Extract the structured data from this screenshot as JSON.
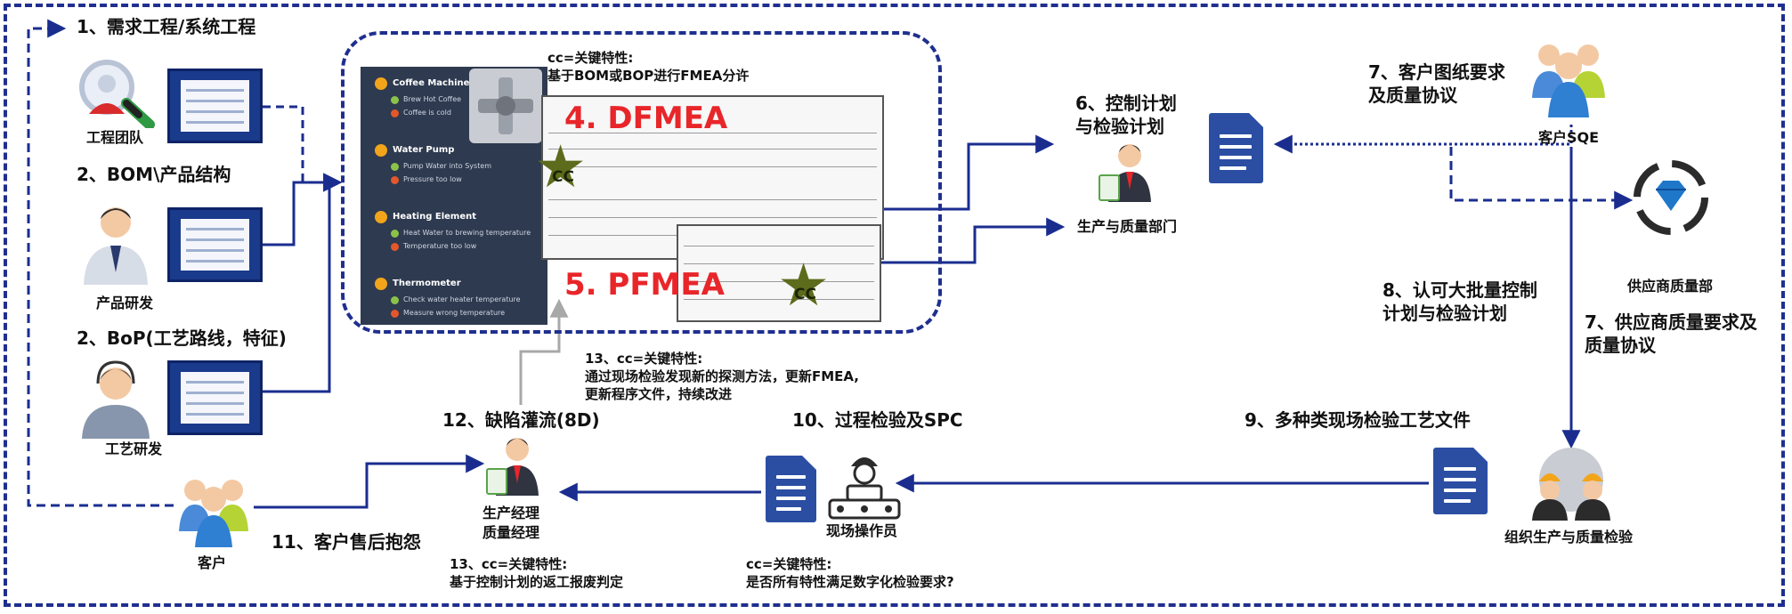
{
  "steps": {
    "s1": "1、需求工程/系统工程",
    "s2a": "2、BOM\\产品结构",
    "s2b": "2、BoP(工艺路线，特征)",
    "s6": "6、控制计划\n与检验计划",
    "s7a": "7、客户图纸要求\n及质量协议",
    "s7b": "7、供应商质量要求及\n质量协议",
    "s8": "8、认可大批量控制\n计划与检验计划",
    "s9": "9、多种类现场检验工艺文件",
    "s10": "10、过程检验及SPC",
    "s11": "11、客户售后抱怨",
    "s12": "12、缺陷灌流(8D)"
  },
  "captions": {
    "engineering_team": "工程团队",
    "product_dev": "产品研发",
    "process_dev": "工艺研发",
    "customer": "客户",
    "prod_quality_dept": "生产与质量部门",
    "customer_sqe": "客户SQE",
    "supplier_quality": "供应商质量部",
    "org_prod_inspect": "组织生产与质量检验",
    "operator": "现场操作员",
    "prod_manager": "生产经理\n质量经理"
  },
  "notes": {
    "cc_top": "cc=关键特性:\n基于BOM或BOP进行FMEA分许",
    "cc_13a": "13、cc=关键特性:\n通过现场检验发现新的探测方法，更新FMEA,\n更新程序文件，持续改进",
    "cc_13b": "13、cc=关键特性:\n基于控制计划的返工报废判定",
    "cc_10": "cc=关键特性:\n是否所有特性满足数字化检验要求?"
  },
  "fmea": {
    "dfmea": "4. DFMEA",
    "pfmea": "5. PFMEA",
    "cc_tag": "CC",
    "tree_titles": [
      "Coffee Machine",
      "Water Pump",
      "Heating Element",
      "Thermometer"
    ],
    "tree_items": [
      [
        "Brew Hot Coffee",
        "Coffee is cold"
      ],
      [
        "Pump Water into System",
        "Pressure too low"
      ],
      [
        "Heat Water to brewing temperature",
        "Temperature too low"
      ],
      [
        "Check water heater temperature",
        "Measure wrong temperature"
      ]
    ]
  },
  "colors": {
    "frame": "#1f2f8f",
    "arrow": "#1a2d8f",
    "accent_red": "#e8262a",
    "gray_arrow": "#a8a8a8"
  },
  "icons": [
    "search-people-icon",
    "engineer-icon",
    "headset-person-icon",
    "group-people-icon",
    "manager-icon",
    "document-icon",
    "diamond-cycle-icon",
    "hardhat-workers-icon",
    "operator-robot-icon"
  ]
}
